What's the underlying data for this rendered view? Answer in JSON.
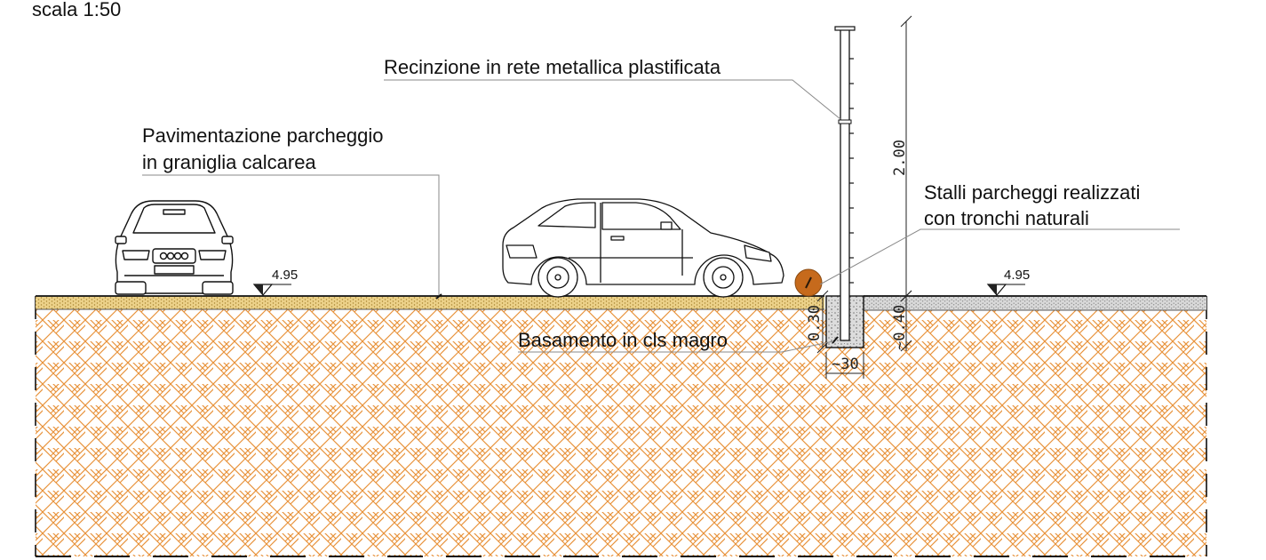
{
  "title": "scala 1:50",
  "labels": {
    "fence": "Recinzione in rete metallica plastificata",
    "paving_line1": "Pavimentazione parcheggio",
    "paving_line2": "in graniglia calcarea",
    "stalls_line1": "Stalli parcheggi realizzati",
    "stalls_line2": "con tronchi naturali",
    "base": "Basamento in cls magro"
  },
  "levels": {
    "left": "4.95",
    "right": "4.95"
  },
  "dimensions": {
    "post_height": "2.00",
    "footing_depth": "0.30",
    "right_depth": "~0.40",
    "footing_width": "~30"
  },
  "colors": {
    "soil_hatch": "#e8923a",
    "paving": "#e6c878",
    "paving_dots": "#b8923a",
    "gravel": "#c9c9c9",
    "log": "#c66a1c",
    "lines": "#111111"
  },
  "icons": [
    "car-front-icon",
    "car-side-icon",
    "level-marker-icon",
    "log-section-icon"
  ]
}
